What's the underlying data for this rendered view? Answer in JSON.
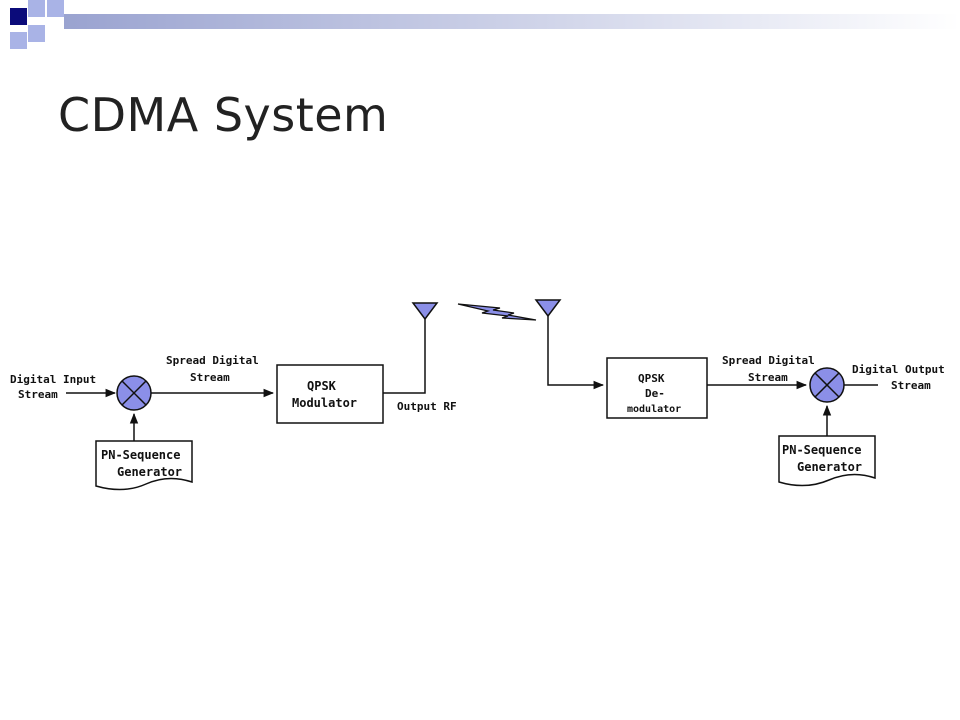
{
  "slide": {
    "title": "CDMA System",
    "accent_colors": {
      "header_bar_start": "#9aa3d0",
      "header_bar_end": "#ffffff",
      "square_dark": "#0b0b7a",
      "square_light": "#a9b3e6",
      "mixer_fill": "#8b8fe8",
      "antenna_fill": "#8b8fe8"
    }
  },
  "transmitter": {
    "input_label_line1": "Digital Input",
    "input_label_line2": "Stream",
    "spread_label_line1": "Spread Digital",
    "spread_label_line2": "Stream",
    "modulator_line1": "QPSK",
    "modulator_line2": "Modulator",
    "output_label": "Output RF",
    "pn_line1": "PN-Sequence",
    "pn_line2": "Generator"
  },
  "receiver": {
    "demod_line1": "QPSK",
    "demod_line2": "De-",
    "demod_line3": "modulator",
    "spread_label_line1": "Spread Digital",
    "spread_label_line2": "Stream",
    "output_label_line1": "Digital Output",
    "output_label_line2": "Stream",
    "pn_line1": "PN-Sequence",
    "pn_line2": "Generator"
  },
  "icons": [
    "mixer-icon",
    "antenna-icon",
    "lightning-icon"
  ]
}
